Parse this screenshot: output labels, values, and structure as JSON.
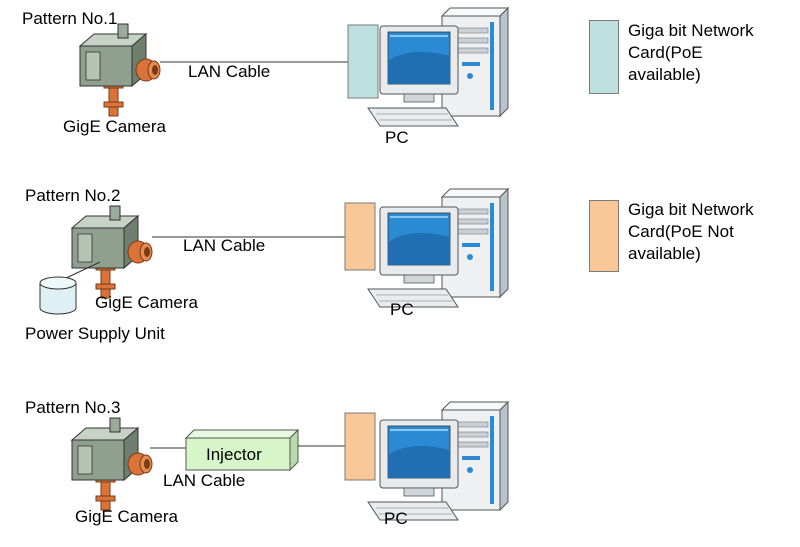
{
  "patterns": [
    {
      "title": "Pattern No.1",
      "cable_label": "LAN Cable",
      "camera_label": "GigE Camera",
      "pc_label": "PC",
      "card_color": "#bfe0e0"
    },
    {
      "title": "Pattern No.2",
      "cable_label": "LAN Cable",
      "camera_label": "GigE Camera",
      "pc_label": "PC",
      "power_label": "Power Supply Unit",
      "card_color": "#f9c898"
    },
    {
      "title": "Pattern No.3",
      "cable_label": "LAN Cable",
      "camera_label": "GigE Camera",
      "pc_label": "PC",
      "injector_label": "Injector",
      "card_color": "#f9c898"
    }
  ],
  "legend": [
    {
      "line1": "Giga bit Network",
      "line2": "Card(PoE",
      "line3": "available)",
      "color": "#bfe0e0"
    },
    {
      "line1": "Giga bit Network",
      "line2": "Card(PoE Not",
      "line3": "available)",
      "color": "#f9c898"
    }
  ],
  "colors": {
    "camera_body": "#8a9a8a",
    "lens": "#d9733a",
    "injector_fill": "#d6f5c8",
    "monitor_screen": "#2a8ad4",
    "pc_case": "#f0f2f4"
  }
}
